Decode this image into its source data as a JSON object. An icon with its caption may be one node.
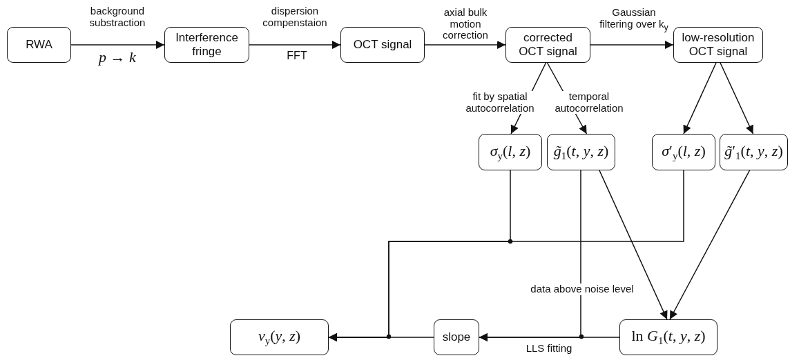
{
  "diagram": {
    "nodes": [
      {
        "text": [
          "RWA"
        ]
      },
      {
        "text": [
          "Interference fringe"
        ]
      },
      {
        "text": [
          "OCT signal"
        ]
      },
      {
        "text": [
          "corrected OCT signal"
        ]
      },
      {
        "text": [
          "low-resolution OCT signal"
        ]
      },
      {
        "text": [
          "*σ*$_{y}$(*l*, *z*)"
        ]
      },
      {
        "text": [
          "*g̃*$_{1}$(*t*, *y*, *z*)"
        ]
      },
      {
        "text": [
          "*σ*′$_{y}$(*l*, *z*)"
        ]
      },
      {
        "text": [
          "*g̃*′$_{1}$(*t*, *y*, *z*)"
        ]
      },
      {
        "text": [
          "*v*$_{y}$(*y*, *z*)"
        ]
      },
      {
        "text": [
          "slope"
        ]
      },
      {
        "text": [
          "ln *G*$_{1}$(*t*, *y*, *z*)"
        ]
      }
    ],
    "edges": [
      {
        "from": 0,
        "to": 1,
        "arrow": "to",
        "label": "background substraction"
      },
      {
        "from": 1,
        "to": 2,
        "arrow": "to",
        "label": "dispersion compenstaion"
      },
      {
        "from": 2,
        "to": 3,
        "arrow": "to",
        "label": "axial bulk motion correction"
      },
      {
        "from": 3,
        "to": 4,
        "arrow": "to",
        "label": "Gaussian filtering over k$_{y}$"
      },
      {
        "from": 3,
        "to": 5,
        "arrow": "to",
        "label": "fit by spatial autocorrelation"
      },
      {
        "from": 3,
        "to": 6,
        "arrow": "to",
        "label": "temporal autocorrelation"
      },
      {
        "from": 4,
        "to": 7,
        "arrow": "to"
      },
      {
        "from": 4,
        "to": 8,
        "arrow": "to"
      },
      {
        "from": 6,
        "to": 11,
        "arrow": "to"
      },
      {
        "from": 8,
        "to": 11,
        "arrow": "to"
      },
      {
        "from": 11,
        "to": 10,
        "arrow": "to",
        "label": "LLS fitting"
      },
      {
        "from": 6,
        "to": 10,
        "arrow": "to",
        "label": "data above noise level"
      },
      {
        "from": 10,
        "to": 9,
        "arrow": "to"
      },
      {
        "from": 5,
        "to": 9,
        "arrow": "to"
      },
      {
        "from": 7,
        "to": 9,
        "arrow": "to"
      }
    ],
    "labels": [
      "*p* → *k*",
      "FFT"
    ]
  }
}
